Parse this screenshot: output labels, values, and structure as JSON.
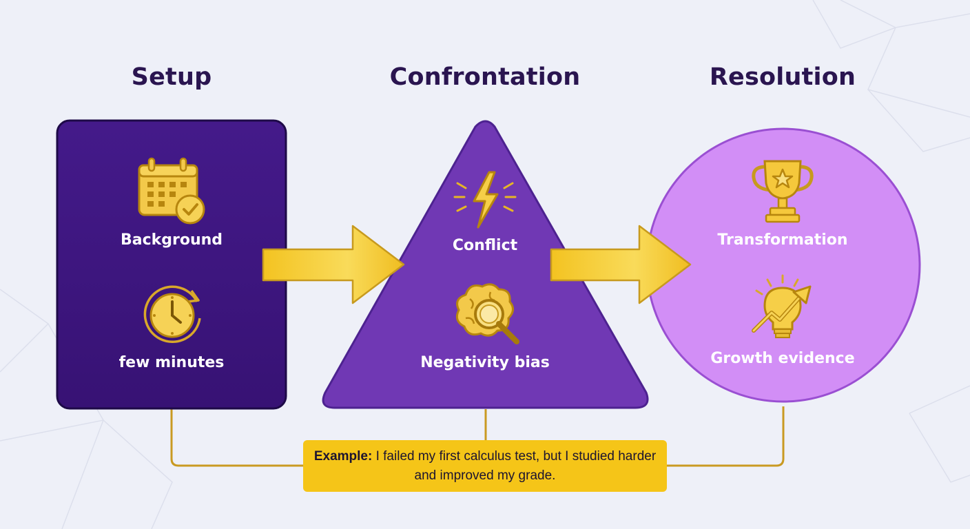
{
  "stages": [
    {
      "heading": "Setup",
      "items": [
        {
          "label": "Background",
          "icon": "calendar-check-icon"
        },
        {
          "label": "few minutes",
          "icon": "clock-icon"
        }
      ],
      "shape": "square",
      "color": "#3d1680"
    },
    {
      "heading": "Confrontation",
      "items": [
        {
          "label": "Conflict",
          "icon": "lightning-icon"
        },
        {
          "label": "Negativity bias",
          "icon": "brain-magnifier-icon"
        }
      ],
      "shape": "triangle",
      "color": "#7038b4"
    },
    {
      "heading": "Resolution",
      "items": [
        {
          "label": "Transformation",
          "icon": "trophy-icon"
        },
        {
          "label": "Growth evidence",
          "icon": "lightbulb-growth-icon"
        }
      ],
      "shape": "circle",
      "color": "#d28ef6"
    }
  ],
  "example": {
    "label": "Example:",
    "text": "I failed my first calculus test, but I studied harder and improved my grade."
  },
  "colors": {
    "accent_gold": "#f5c518",
    "heading": "#2a1550",
    "background": "#eef0f8"
  }
}
